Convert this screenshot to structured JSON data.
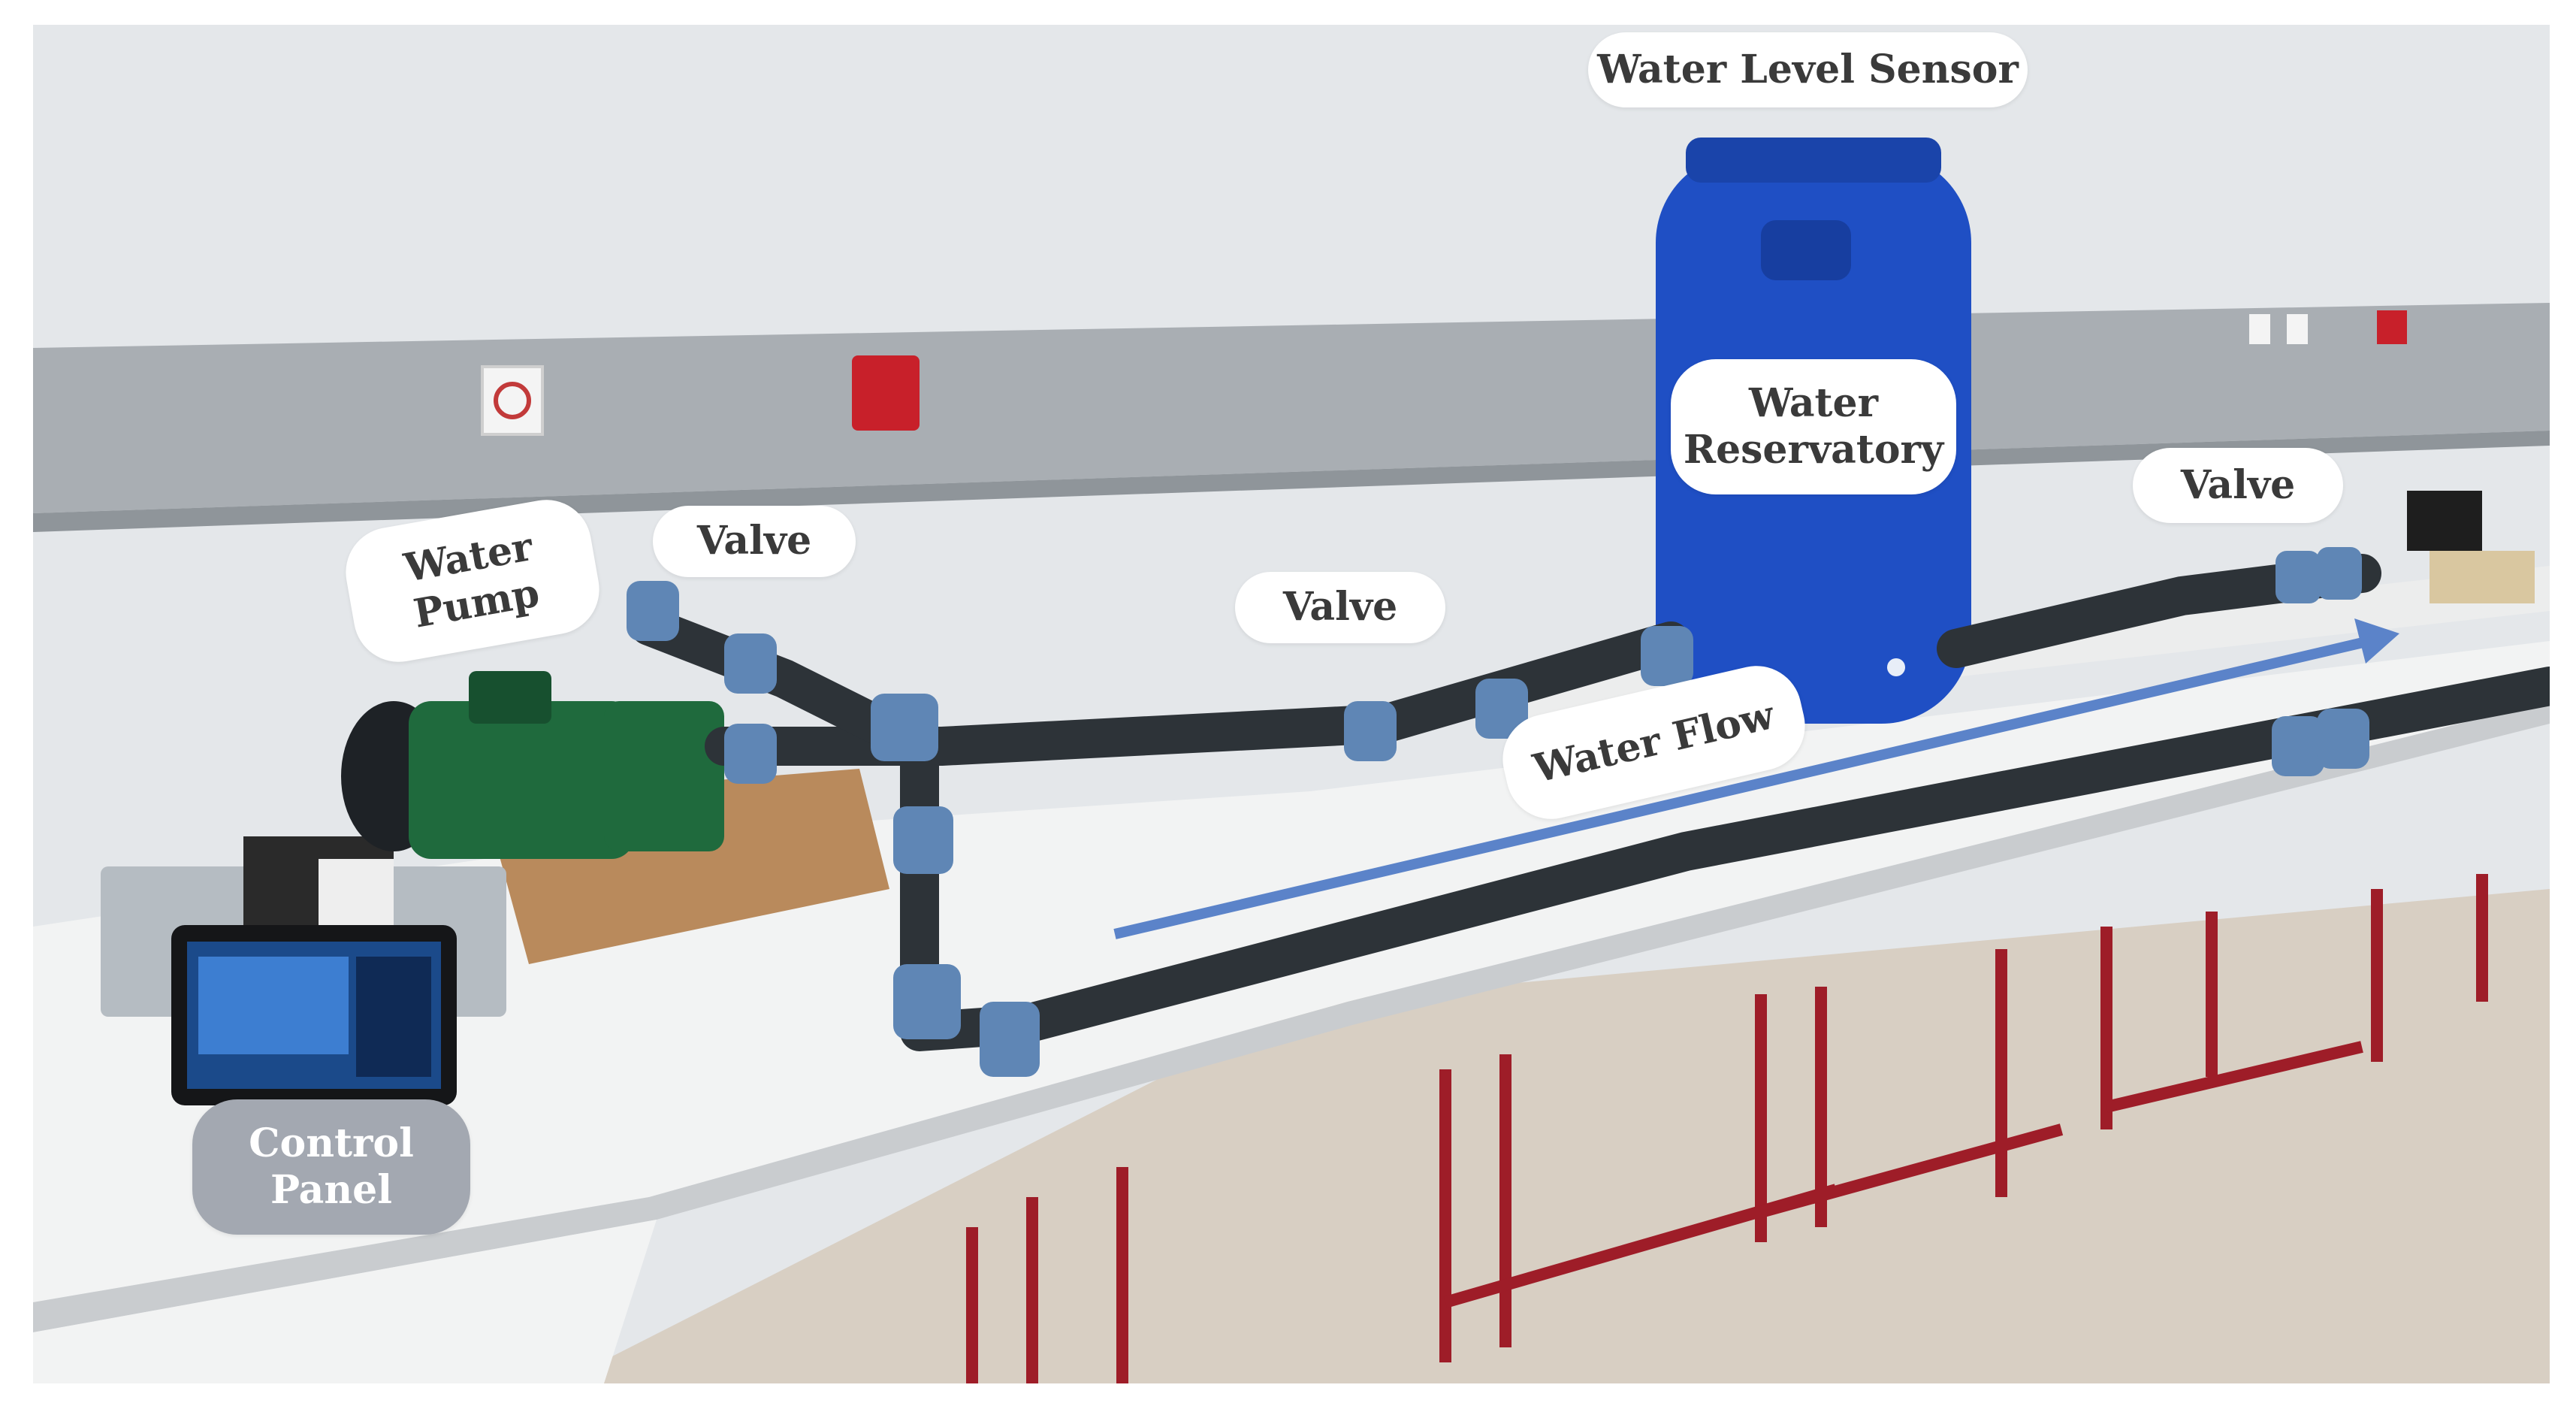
{
  "figure": {
    "description_labels": {
      "water_level_sensor": "Water Level Sensor",
      "water_reservatory": "Water\nReservatory",
      "water_pump": "Water\nPump",
      "valve_left": "Valve",
      "valve_middle": "Valve",
      "valve_right": "Valve",
      "water_flow": "Water Flow",
      "control_panel": "Control\nPanel"
    },
    "colors": {
      "wall": "#e4e7ea",
      "wall_band": "#a9aeb3",
      "barrel": "#1f4fc4",
      "pump": "#1f6a3d",
      "pipe": "#2d3338",
      "connector": "#5f86b5",
      "table": "#f2f3f3",
      "table_legs": "#9e1d28",
      "floor": "#d8cfc3",
      "flow_arrow": "#5b83c9",
      "dark_label": "#a3a8b1"
    }
  }
}
